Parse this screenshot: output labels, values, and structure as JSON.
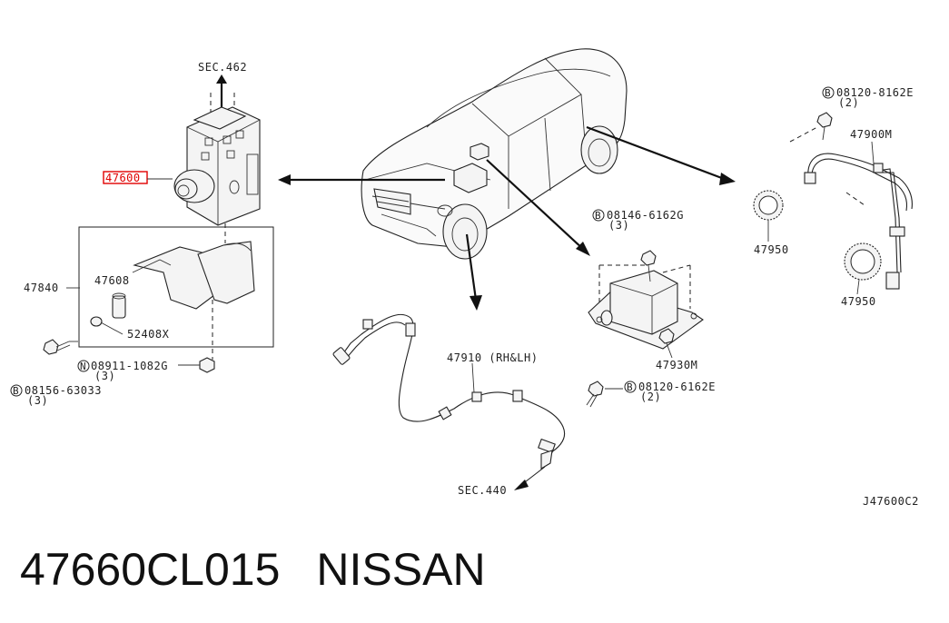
{
  "labels": {
    "sec_462": "SEC.462",
    "p47600": "47600",
    "p47840": "47840",
    "p47608": "47608",
    "p52408x": "52408X",
    "p08911_circle": "N",
    "p08911": "08911-1082G",
    "p08911_qty": "(3)",
    "p08156_circle": "B",
    "p08156": "08156-63033",
    "p08156_qty": "(3)",
    "p47910": "47910 (RH&LH)",
    "p08120_6162e_circle": "B",
    "p08120_6162e": "08120-6162E",
    "p08120_6162e_qty": "(2)",
    "sec_440": "SEC.440",
    "p08146_circle": "B",
    "p08146": "08146-6162G",
    "p08146_qty": "(3)",
    "p47930m": "47930M",
    "p08120_8162e_circle": "B",
    "p08120_8162e": "08120-8162E",
    "p08120_8162e_qty": "(2)",
    "p47900m": "47900M",
    "p47950_a": "47950",
    "p47950_b": "47950",
    "diagram_code": "J47600C2"
  },
  "footer": {
    "part_number": "47660CL015",
    "brand": "NISSAN"
  },
  "colors": {
    "highlight": "#e00000",
    "ink": "#222222"
  }
}
